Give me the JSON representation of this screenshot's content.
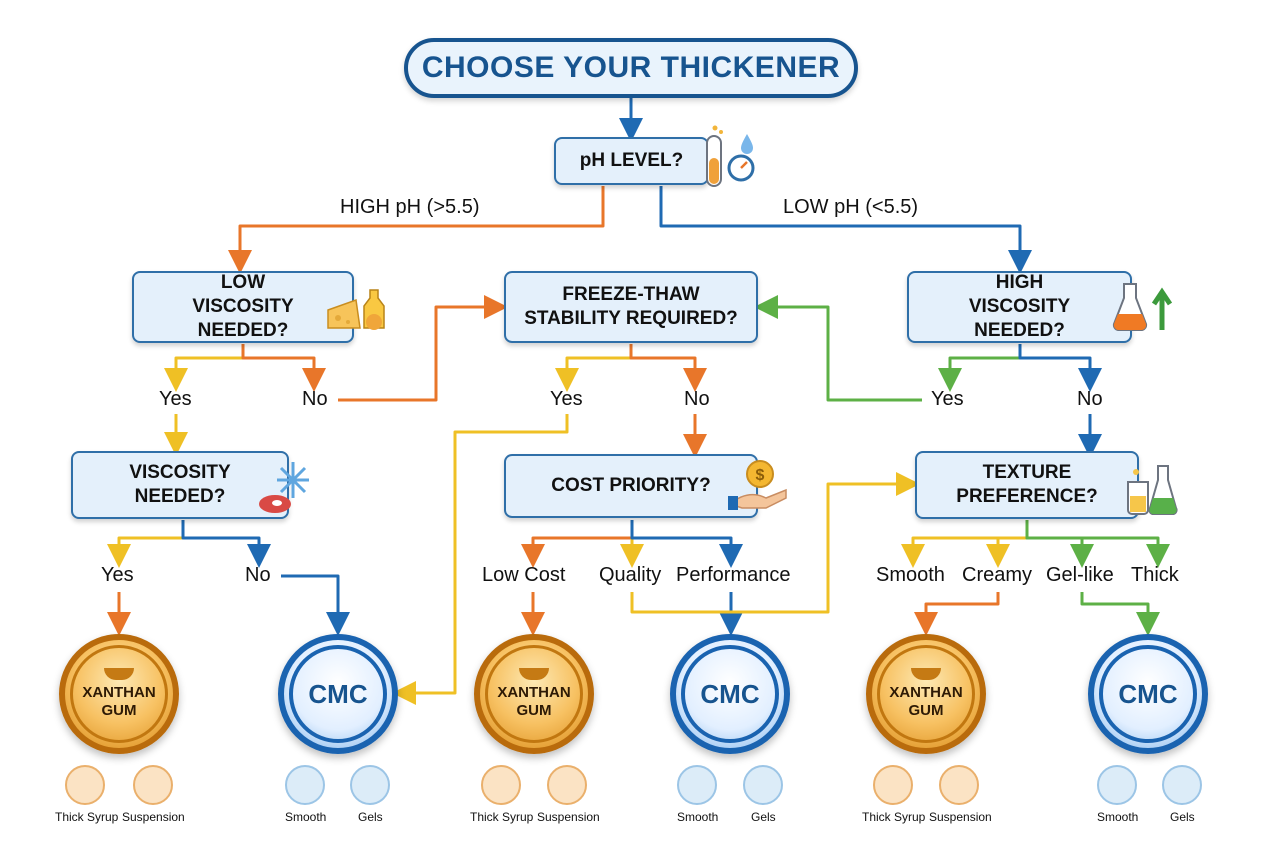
{
  "title": "CHOOSE YOUR THICKENER",
  "nodes": {
    "ph": "pH LEVEL?",
    "low_visc": "LOW VISCOSITY NEEDED?",
    "freeze": "FREEZE-THAW STABILITY REQUIRED?",
    "high_visc": "HIGH VISCOSITY NEEDED?",
    "visc": "VISCOSITY NEEDED?",
    "cost": "COST PRIORITY?",
    "texture": "TEXTURE PREFERENCE?"
  },
  "branch_labels": {
    "high_ph": "HIGH pH (>5.5)",
    "low_ph": "LOW pH (<5.5)",
    "lv_yes": "Yes",
    "lv_no": "No",
    "ft_yes": "Yes",
    "ft_no": "No",
    "hv_yes": "Yes",
    "hv_no": "No",
    "v_yes": "Yes",
    "v_no": "No",
    "low_cost": "Low Cost",
    "quality": "Quality",
    "performance": "Performance",
    "smooth": "Smooth",
    "creamy": "Creamy",
    "gel_like": "Gel-like",
    "thick": "Thick"
  },
  "results": [
    {
      "line1": "XANTHAN",
      "line2": "GUM",
      "uses": [
        "Thick Syrup",
        "Suspension"
      ]
    },
    {
      "line1": "CMC",
      "uses": [
        "Smooth",
        "Gels"
      ]
    },
    {
      "line1": "XANTHAN",
      "line2": "GUM",
      "uses": [
        "Thick Syrup",
        "Suspension"
      ]
    },
    {
      "line1": "CMC",
      "uses": [
        "Smooth",
        "Gels"
      ]
    },
    {
      "line1": "XANTHAN",
      "line2": "GUM",
      "uses": [
        "Thick Syrup",
        "Suspension"
      ]
    },
    {
      "line1": "CMC",
      "uses": [
        "Smooth",
        "Gels"
      ]
    }
  ],
  "colors": {
    "navy": "#17548f",
    "orange": "#e8762a",
    "blue": "#1f6ab3",
    "yellow": "#efc025",
    "green": "#5db046"
  },
  "icons": [
    "test-tube-icon",
    "water-drop-icon",
    "gauge-icon",
    "cheese-icon",
    "oil-bottle-icon",
    "flask-icon",
    "up-arrow-icon",
    "meat-icon",
    "snowflake-icon",
    "coin-hand-icon",
    "beaker-icon",
    "bowl-icon",
    "jar-icon",
    "cream-icon"
  ]
}
